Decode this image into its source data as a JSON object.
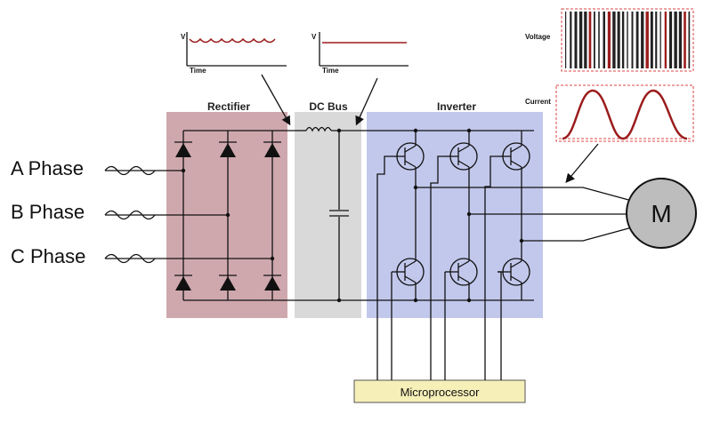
{
  "phases": {
    "a": "A Phase",
    "b": "B Phase",
    "c": "C Phase"
  },
  "sections": {
    "rectifier": "Rectifier",
    "dc_bus": "DC Bus",
    "inverter": "Inverter",
    "microprocessor": "Microprocessor",
    "motor": "M"
  },
  "waveforms": {
    "rectified": {
      "y_label": "V",
      "x_label": "Time"
    },
    "dc": {
      "y_label": "V",
      "x_label": "Time"
    },
    "voltage_label": "Voltage",
    "current_label": "Current"
  },
  "colors": {
    "rectifier_bg": "#cfa8ae",
    "dc_bus_bg": "#d9d9d9",
    "inverter_bg": "#c2c8ec",
    "microprocessor_bg": "#f6efb8",
    "motor_fill": "#bdbdbd",
    "signal_red": "#9b1c1c"
  }
}
